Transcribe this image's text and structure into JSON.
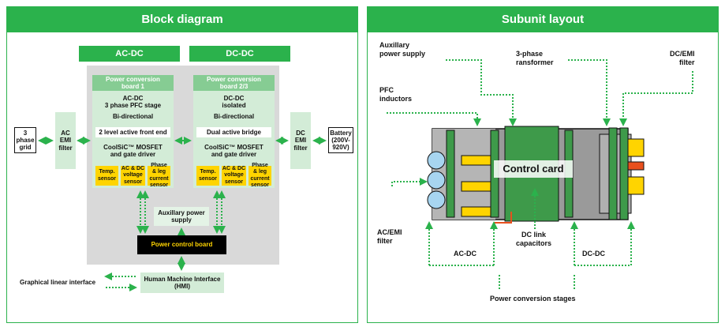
{
  "left_panel": {
    "title": "Block diagram",
    "acdc_header": "AC-DC",
    "dcdc_header": "DC-DC",
    "three_phase_grid": "3\nphase\ngrid",
    "ac_emi_filter": "AC\nEMI\nfilter",
    "dc_emi_filter": "DC\nEMI\nfilter",
    "battery": "Battery\n(200V-\n920V)",
    "board1": {
      "title": "Power conversion\nboard 1",
      "lines": [
        "AC-DC\n3 phase PFC stage",
        "Bi-directional"
      ],
      "front_end": "2 level active front end",
      "mosfet": "CoolSiC™ MOSFET\nand gate driver",
      "sensors": [
        "Temp.\nsensor",
        "AC & DC\nvoltage\nsensor",
        "Phase\n& leg\ncurrent\nsensor"
      ]
    },
    "board23": {
      "title": "Power conversion\nboard 2/3",
      "lines": [
        "DC-DC\nisolated",
        "Bi-directional"
      ],
      "bridge": "Dual active bridge",
      "mosfet": "CoolSiC™ MOSFET\nand gate driver",
      "sensors": [
        "Temp.\nsensor",
        "AC & DC\nvoltage\nsensor",
        "Phase\n& leg\ncurrent\nsensor"
      ]
    },
    "aux_supply": "Auxillary power\nsupply",
    "power_control_board": "Power control board",
    "graphical_interface": "Graphical linear interface",
    "hmi": "Human Machine Interface\n(HMI)"
  },
  "right_panel": {
    "title": "Subunit layout",
    "aux_power_supply": "Auxillary\npower supply",
    "three_phase_transformer": "3-phase\nransformer",
    "dc_emi_filter": "DC/EMI\nfilter",
    "pfc_inductors": "PFC\ninductors",
    "control_card": "Control card",
    "ac_emi_filter": "AC/EMI\nfilter",
    "acdc": "AC-DC",
    "dc_link": "DC link\ncapacitors",
    "dcdc": "DC-DC",
    "power_stages": "Power conversion stages"
  },
  "colors": {
    "accent": "#2bb24c",
    "pale": "#d3ecd7",
    "sensor": "#ffd400",
    "pcb": "#3e9a4a"
  }
}
